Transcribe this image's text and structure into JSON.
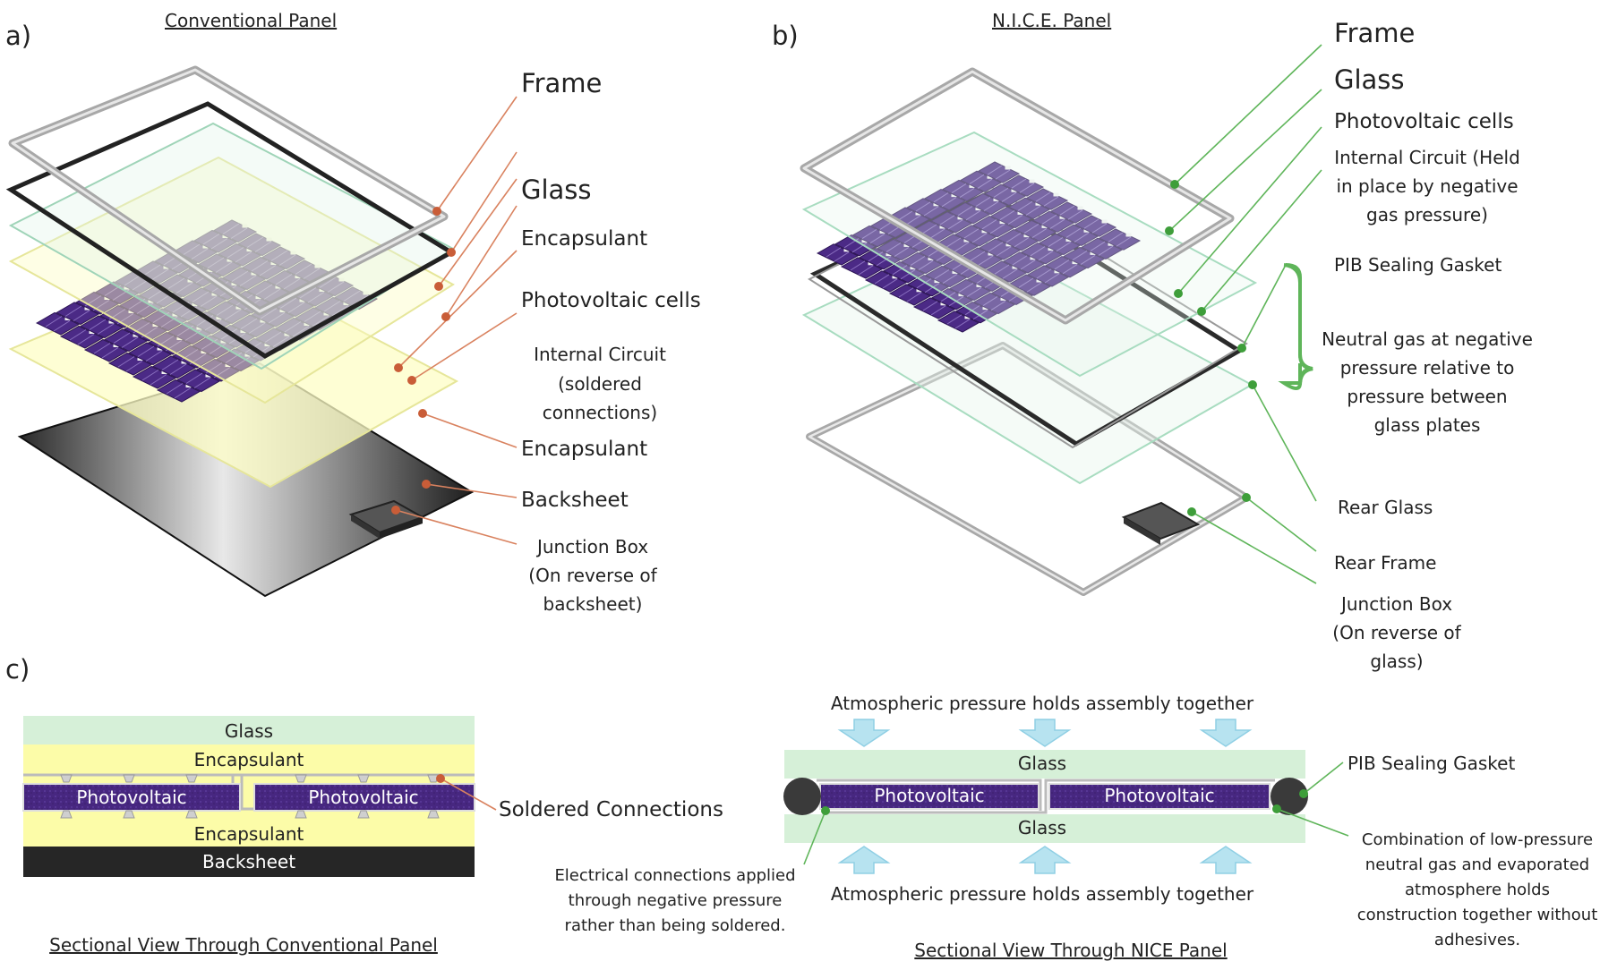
{
  "panel_a": {
    "letter": "a)",
    "title": "Conventional Panel",
    "labels": {
      "frame": "Frame",
      "glass": "Glass",
      "encapsulant_top": "Encapsulant",
      "pv_cells": "Photovoltaic cells",
      "circuit": [
        "Internal Circuit",
        "(soldered",
        "connections)"
      ],
      "encapsulant_bottom": "Encapsulant",
      "backsheet": "Backsheet",
      "junction_box": [
        "Junction Box",
        "(On reverse of",
        "backsheet)"
      ]
    }
  },
  "panel_b": {
    "letter": "b)",
    "title": "N.I.C.E. Panel",
    "labels": {
      "frame": "Frame",
      "glass": "Glass",
      "pv_cells": "Photovoltaic cells",
      "circuit": [
        "Internal Circuit (Held",
        "in place by negative",
        "gas pressure)"
      ],
      "pib_gasket": "PIB Sealing Gasket",
      "neutral_gas": [
        "Neutral gas at negative",
        "pressure relative to",
        "pressure between",
        "glass plates"
      ],
      "rear_glass": "Rear Glass",
      "rear_frame": "Rear Frame",
      "junction_box": [
        "Junction Box",
        "(On reverse of",
        "glass)"
      ]
    }
  },
  "panel_c": {
    "letter": "c)",
    "conventional": {
      "glass": "Glass",
      "encapsulant_top": "Encapsulant",
      "pv_left": "Photovoltaic",
      "pv_right": "Photovoltaic",
      "encapsulant_bottom": "Encapsulant",
      "backsheet": "Backsheet",
      "soldered": "Soldered Connections",
      "caption": "Sectional View Through Conventional Panel"
    },
    "nice": {
      "atm_top": "Atmospheric pressure holds assembly together",
      "glass_top": "Glass",
      "pv_left": "Photovoltaic",
      "pv_right": "Photovoltaic",
      "glass_bottom": "Glass",
      "atm_bottom": "Atmospheric pressure holds assembly together",
      "pib_gasket": "PIB Sealing Gasket",
      "electrical": [
        "Electrical connections applied",
        "through negative pressure",
        "rather than being soldered."
      ],
      "combination": [
        "Combination of low-pressure",
        "neutral gas and evaporated",
        "atmosphere holds",
        "construction together without",
        "adhesives."
      ],
      "caption": "Sectional View Through NICE Panel"
    }
  },
  "colors": {
    "leader_a": "#d9825f",
    "leader_b": "#5fb55a",
    "cell": "#4b2a86",
    "glass_tint": "#d6f0d8",
    "encapsulant": "#fcfca8",
    "backsheet": "#262626",
    "frame": "#a9a9a9",
    "arrow": "#b7e3f0"
  }
}
